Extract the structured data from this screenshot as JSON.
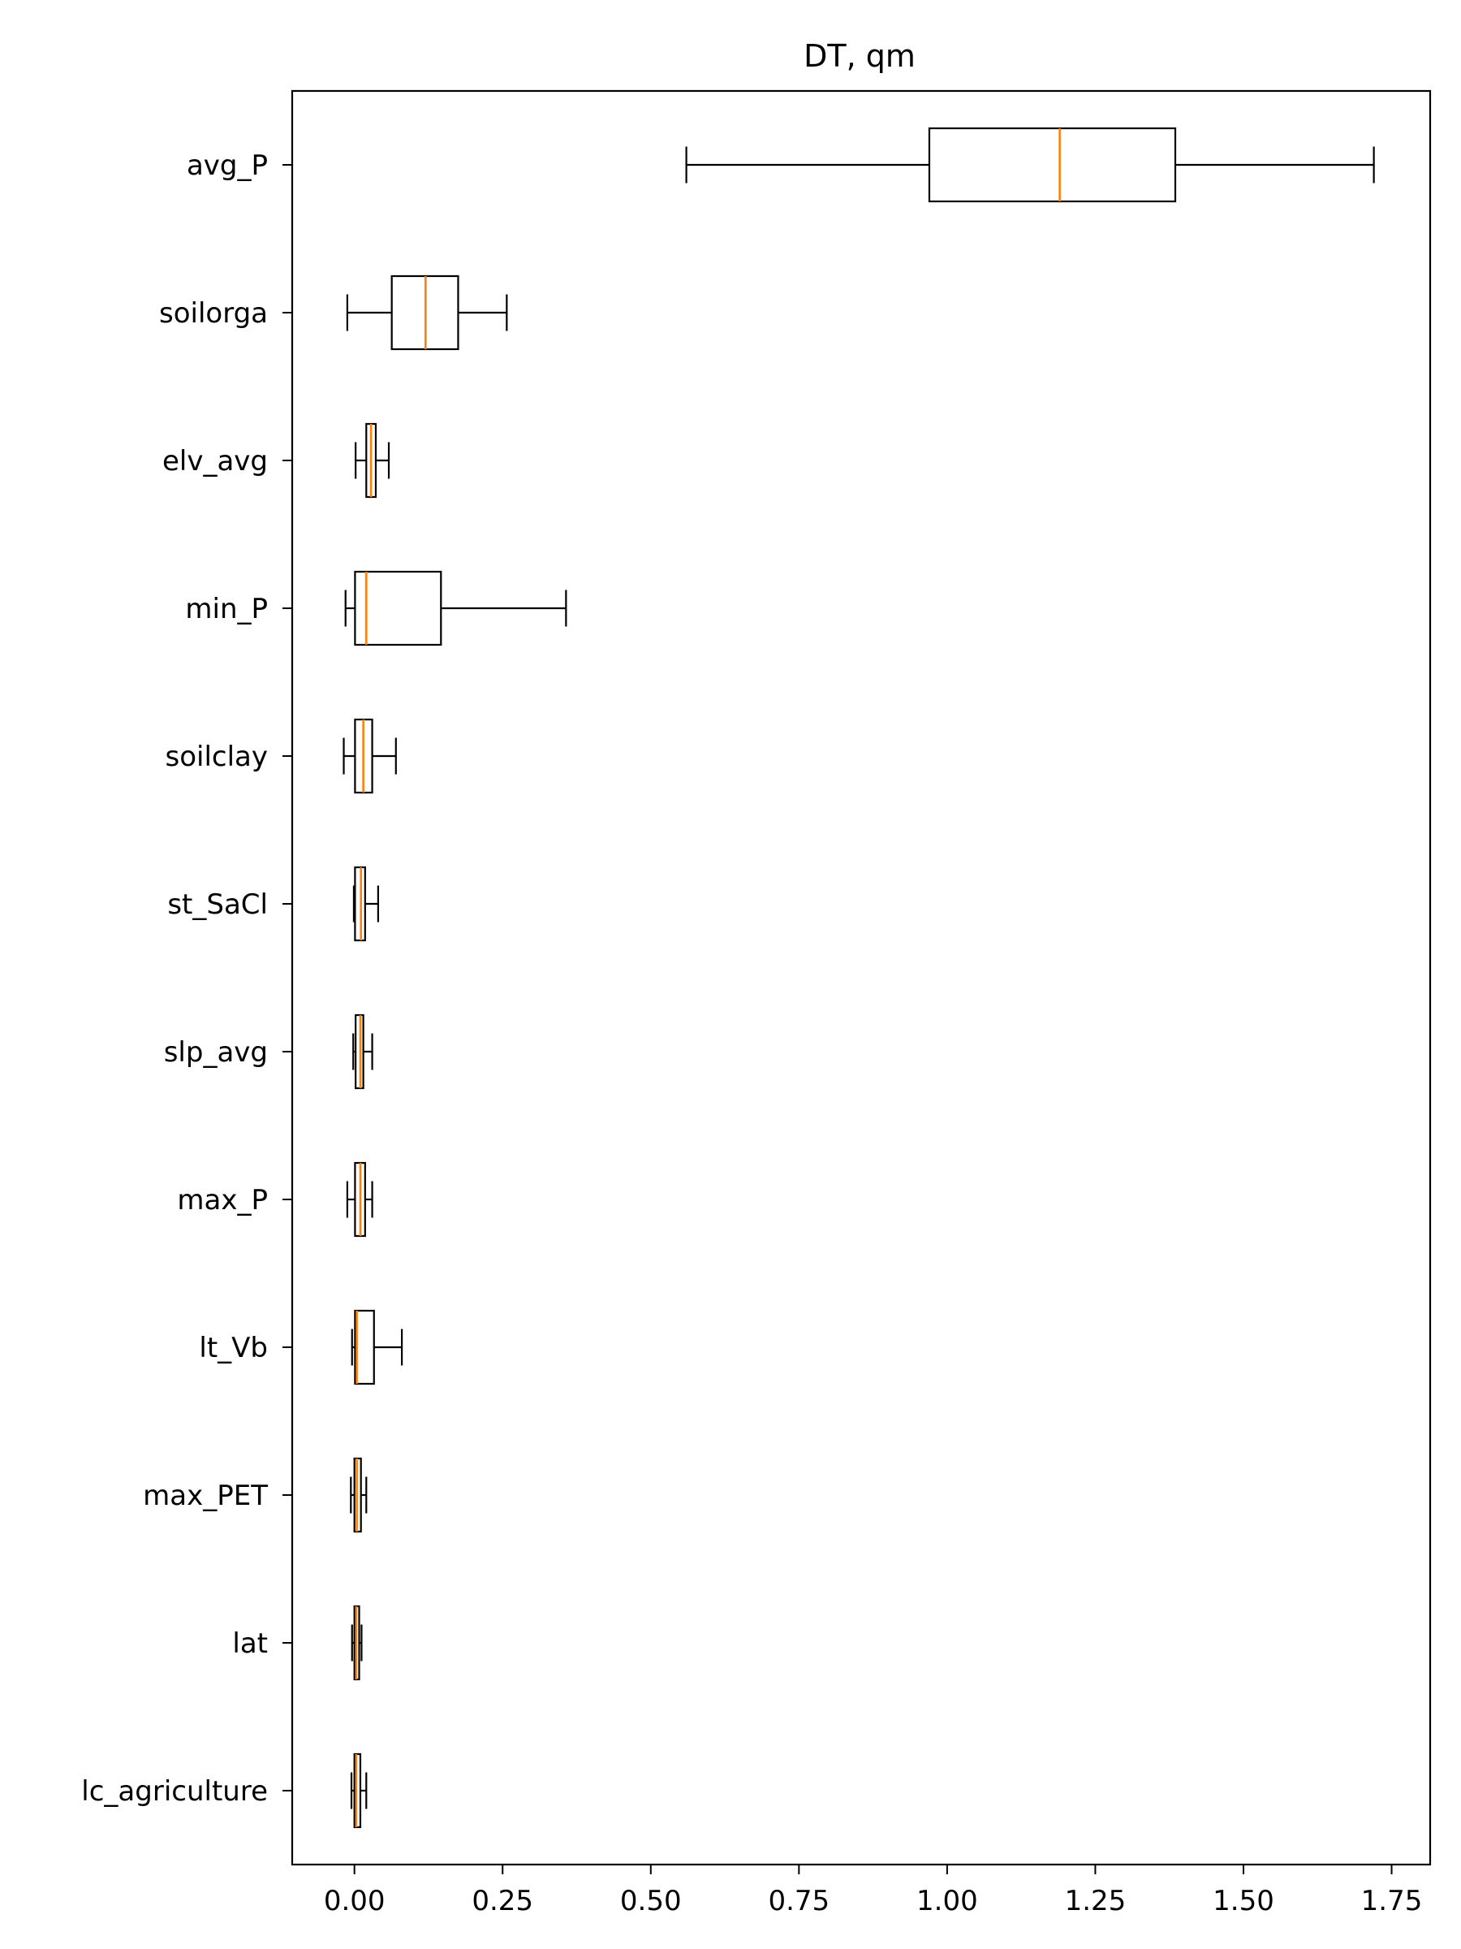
{
  "chart_data": {
    "type": "boxplot",
    "orientation": "horizontal",
    "title": "DT, qm",
    "xlabel": "",
    "ylabel": "",
    "xlim": [
      -0.105,
      1.815
    ],
    "xticks": [
      "0.00",
      "0.25",
      "0.50",
      "0.75",
      "1.00",
      "1.25",
      "1.50",
      "1.75"
    ],
    "xtick_values": [
      0,
      0.25,
      0.5,
      0.75,
      1.0,
      1.25,
      1.5,
      1.75
    ],
    "grid": false,
    "colors": {
      "box": "#000000",
      "median": "#ff7f0e"
    },
    "categories": [
      "avg_P",
      "soilorga",
      "elv_avg",
      "min_P",
      "soilclay",
      "st_SaCl",
      "slp_avg",
      "max_P",
      "lt_Vb",
      "max_PET",
      "lat",
      "lc_agriculture"
    ],
    "boxes": [
      {
        "label": "avg_P",
        "whislo": 0.56,
        "q1": 0.97,
        "med": 1.19,
        "q3": 1.385,
        "whishi": 1.72
      },
      {
        "label": "soilorga",
        "whislo": -0.012,
        "q1": 0.063,
        "med": 0.12,
        "q3": 0.175,
        "whishi": 0.257
      },
      {
        "label": "elv_avg",
        "whislo": 0.002,
        "q1": 0.02,
        "med": 0.028,
        "q3": 0.036,
        "whishi": 0.058
      },
      {
        "label": "min_P",
        "whislo": -0.015,
        "q1": 0.001,
        "med": 0.02,
        "q3": 0.146,
        "whishi": 0.357
      },
      {
        "label": "soilclay",
        "whislo": -0.018,
        "q1": 0.001,
        "med": 0.015,
        "q3": 0.03,
        "whishi": 0.07
      },
      {
        "label": "st_SaCl",
        "whislo": -0.001,
        "q1": 0.001,
        "med": 0.011,
        "q3": 0.018,
        "whishi": 0.04
      },
      {
        "label": "slp_avg",
        "whislo": -0.002,
        "q1": 0.002,
        "med": 0.01,
        "q3": 0.015,
        "whishi": 0.03
      },
      {
        "label": "max_P",
        "whislo": -0.012,
        "q1": 0.001,
        "med": 0.01,
        "q3": 0.018,
        "whishi": 0.03
      },
      {
        "label": "lt_Vb",
        "whislo": -0.004,
        "q1": 0.001,
        "med": 0.004,
        "q3": 0.033,
        "whishi": 0.08
      },
      {
        "label": "max_PET",
        "whislo": -0.006,
        "q1": 0.0,
        "med": 0.004,
        "q3": 0.011,
        "whishi": 0.02
      },
      {
        "label": "lat",
        "whislo": -0.004,
        "q1": 0.0,
        "med": 0.003,
        "q3": 0.008,
        "whishi": 0.012
      },
      {
        "label": "lc_agriculture",
        "whislo": -0.005,
        "q1": 0.0,
        "med": 0.003,
        "q3": 0.01,
        "whishi": 0.02
      }
    ]
  }
}
